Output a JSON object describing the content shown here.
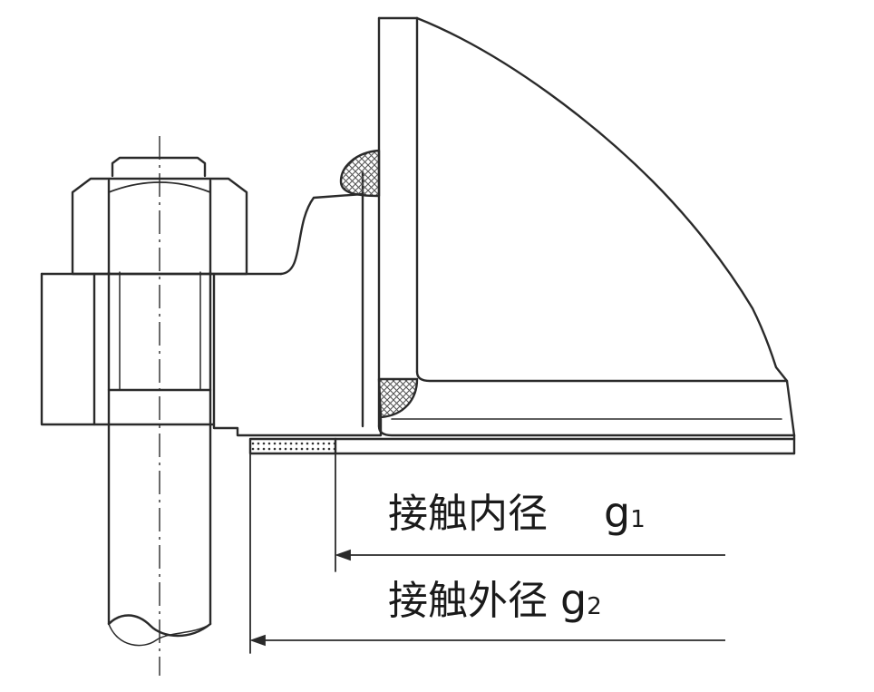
{
  "labels": {
    "inner": {
      "text": "接触内径",
      "symbol": "g",
      "subscript": "1"
    },
    "outer": {
      "text": "接触外径",
      "symbol": "g",
      "subscript": "2"
    }
  },
  "colors": {
    "line": "#2a2a2a",
    "hatch": "#555555",
    "background": "#ffffff"
  }
}
